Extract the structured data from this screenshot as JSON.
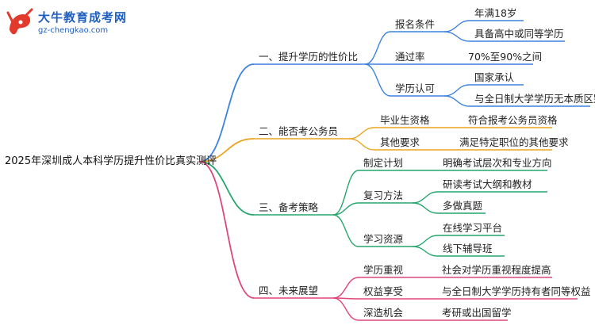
{
  "logo": {
    "title": "大牛教育成考网",
    "url": "gz-chengkao.com"
  },
  "colors": {
    "blue": "#3b82e0",
    "orange": "#eaa21c",
    "green": "#24a66b",
    "pink": "#e0457b"
  },
  "root": "2025年深圳成人本科学历提升性价比真实测评",
  "branches": [
    {
      "label": "一、提升学历的性价比",
      "color": "blue",
      "children": [
        {
          "label": "报名条件",
          "children": [
            "年满18岁",
            "具备高中或同等学历"
          ]
        },
        {
          "label": "通过率",
          "children": [
            "70%至90%之间"
          ]
        },
        {
          "label": "学历认可",
          "children": [
            "国家承认",
            "与全日制大学学历无本质区别"
          ]
        }
      ]
    },
    {
      "label": "二、能否考公务员",
      "color": "orange",
      "children": [
        {
          "label": "毕业生资格",
          "children": [
            "符合报考公务员资格"
          ]
        },
        {
          "label": "其他要求",
          "children": [
            "满足特定职位的其他要求"
          ]
        }
      ]
    },
    {
      "label": "三、备考策略",
      "color": "green",
      "children": [
        {
          "label": "制定计划",
          "children": [
            "明确考试层次和专业方向"
          ]
        },
        {
          "label": "复习方法",
          "children": [
            "研读考试大纲和教材",
            "多做真题"
          ]
        },
        {
          "label": "学习资源",
          "children": [
            "在线学习平台",
            "线下辅导班"
          ]
        }
      ]
    },
    {
      "label": "四、未来展望",
      "color": "pink",
      "children": [
        {
          "label": "学历重视",
          "children": [
            "社会对学历重视程度提高"
          ]
        },
        {
          "label": "权益享受",
          "children": [
            "与全日制大学学历持有者同等权益"
          ]
        },
        {
          "label": "深造机会",
          "children": [
            "考研或出国留学"
          ]
        }
      ]
    }
  ]
}
